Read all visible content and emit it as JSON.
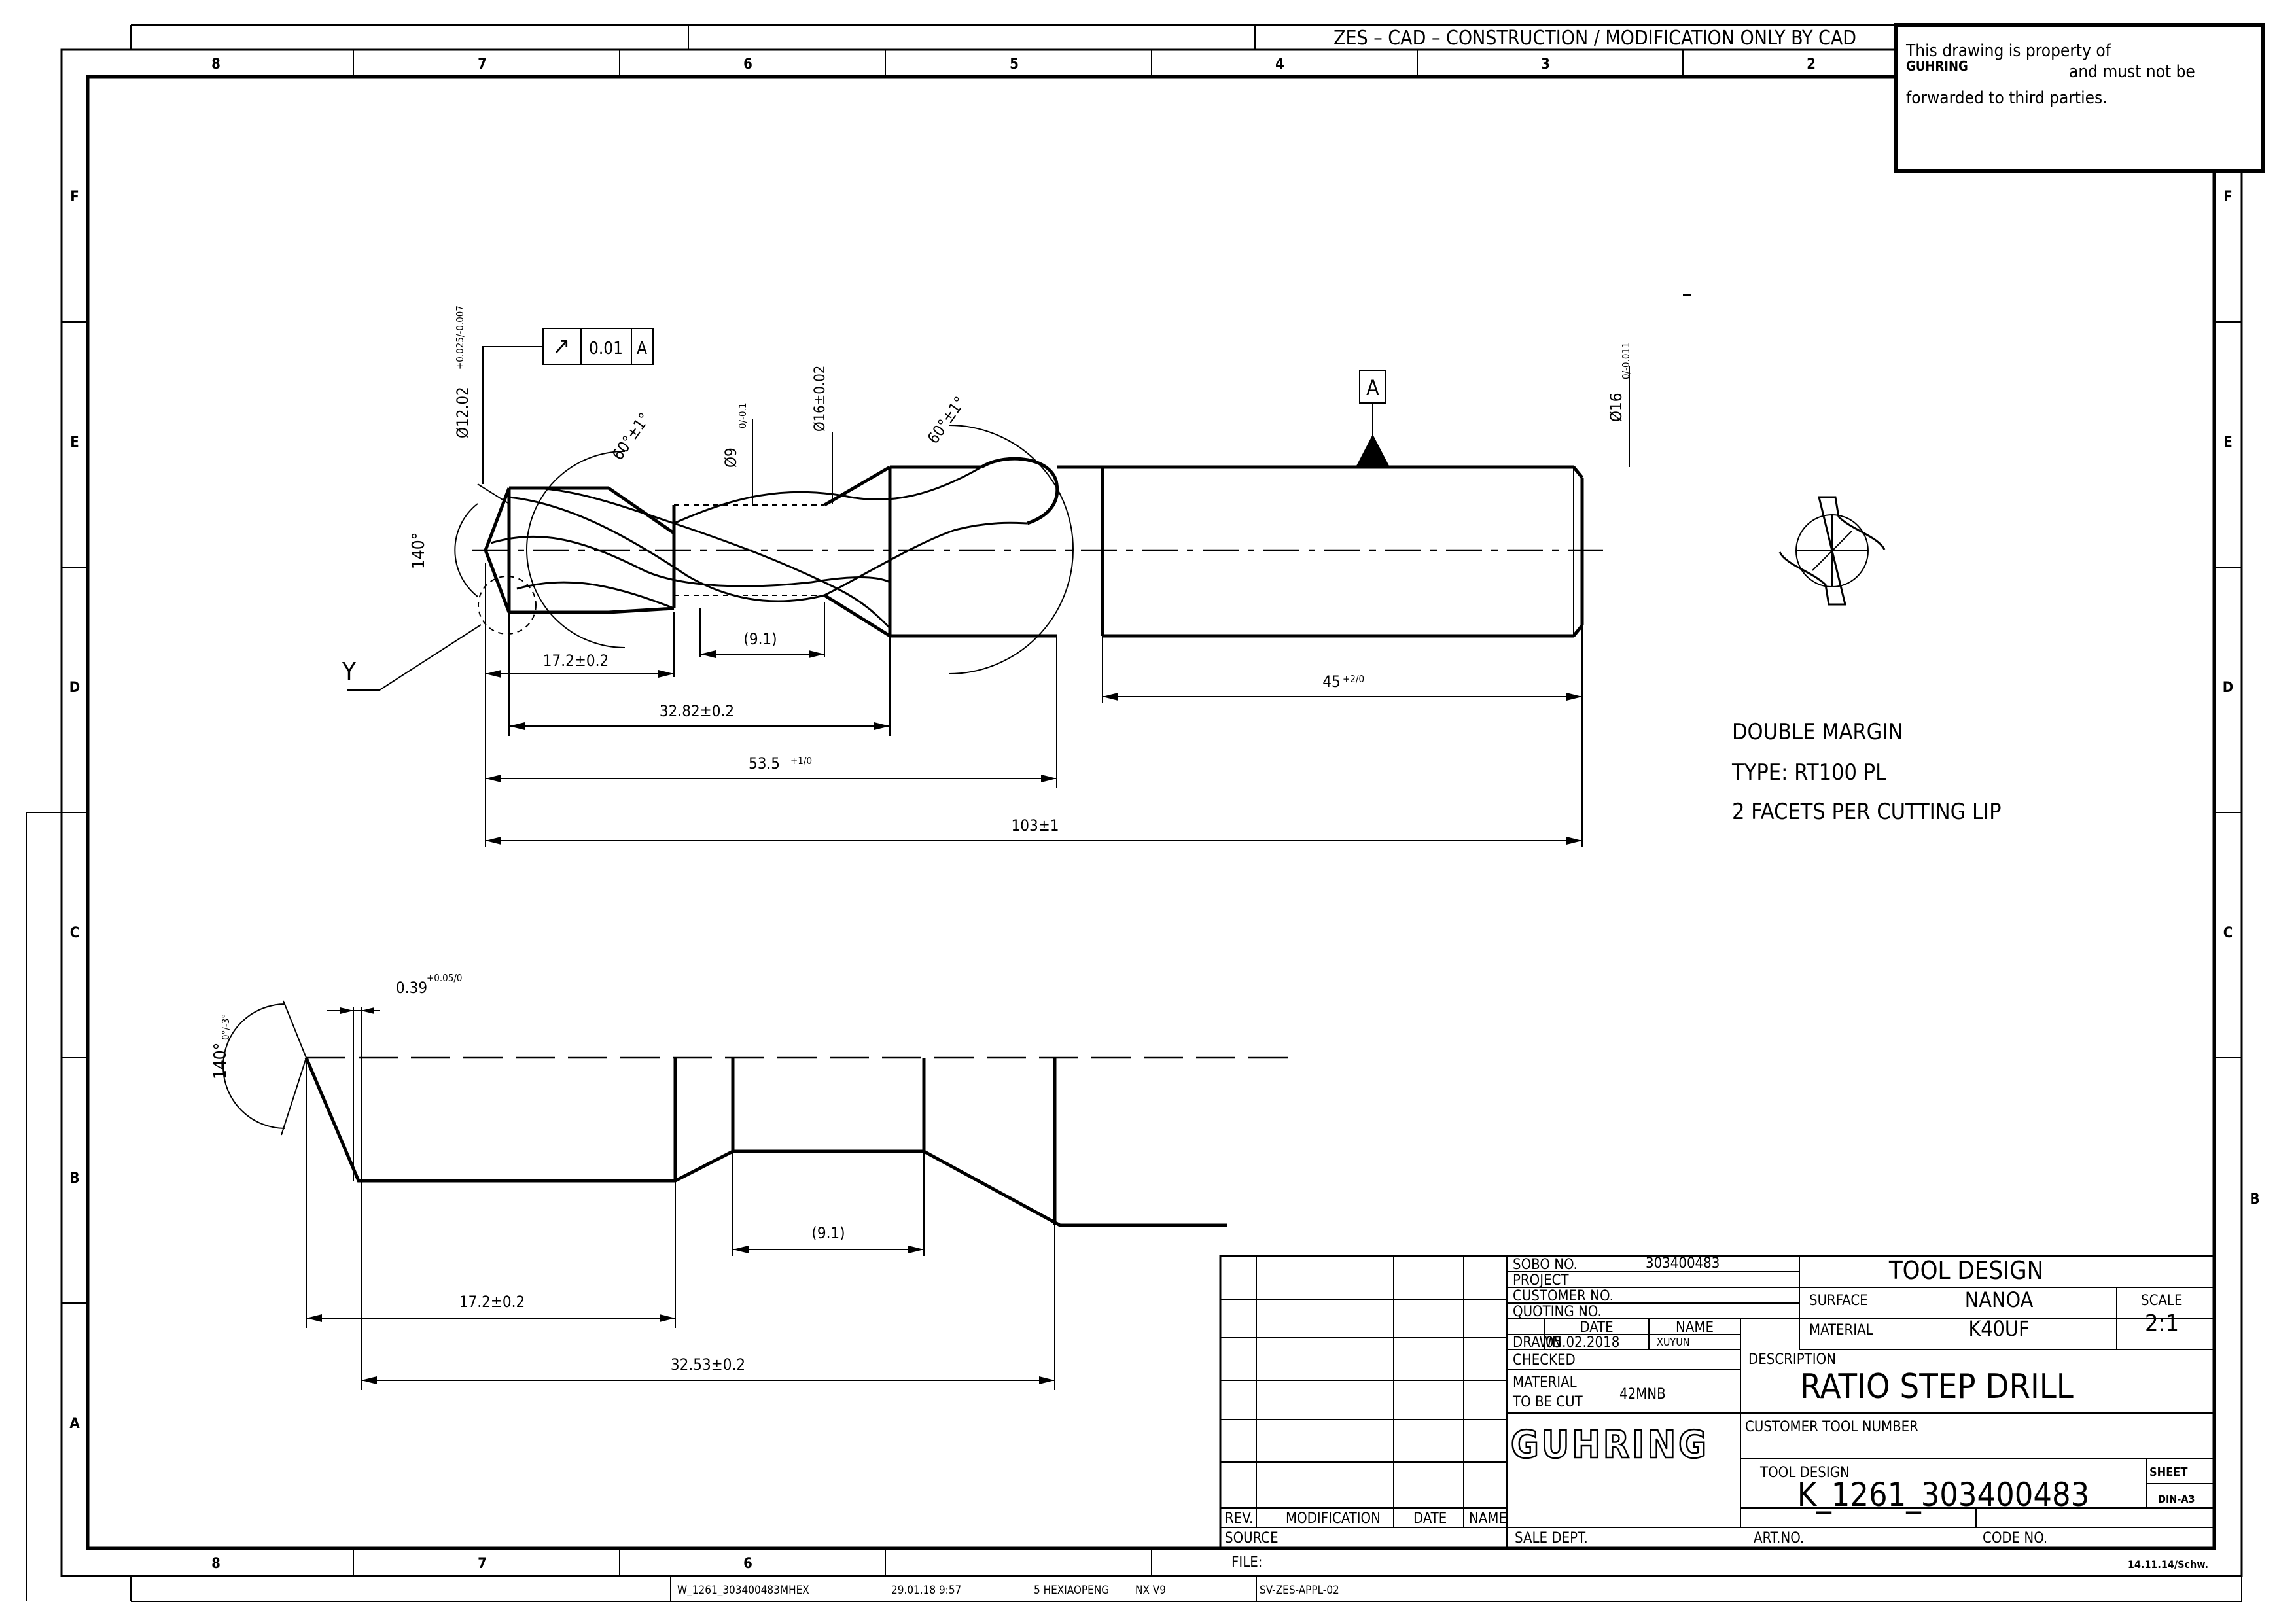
{
  "header": {
    "cad_note": "ZES – CAD – CONSTRUCTION / MODIFICATION ONLY BY CAD",
    "property_line1": "This drawing is property of",
    "property_company": "GUHRING",
    "property_line2": "and must not be",
    "property_line3": "forwarded to third parties."
  },
  "frame": {
    "cols_top": [
      "8",
      "7",
      "6",
      "5",
      "4",
      "3",
      "2"
    ],
    "cols_bottom": [
      "8",
      "7",
      "6"
    ],
    "rows": [
      "F",
      "E",
      "D",
      "C",
      "B",
      "A"
    ],
    "right_extra_row": "B"
  },
  "view1": {
    "tolerance_frame": {
      "symbol": "↗",
      "value": "0.01",
      "datum": "A"
    },
    "datum_label": "A",
    "dim_d12": "Ø12.02",
    "dim_d12_tol": "+0.025/-0.007",
    "angle_60_left": "60°±1°",
    "dim_d9": "Ø9",
    "dim_d9_tol": "0/-0.1",
    "dim_d16_step": "Ø16±0.02",
    "angle_60_right": "60°±1°",
    "dim_d16_shank": "Ø16",
    "dim_d16_shank_tol": "0/-0.011",
    "angle_140": "140°",
    "label_y": "Y",
    "dim_17_2": "17.2±0.2",
    "dim_9_1": "(9.1)",
    "dim_32_82": "32.82±0.2",
    "dim_53_5": "53.5",
    "dim_53_5_tol": "+1/0",
    "dim_45": "45",
    "dim_45_tol": "+2/0",
    "dim_103": "103±1"
  },
  "notes": [
    "DOUBLE MARGIN",
    "TYPE:  RT100 PL",
    "2 FACETS PER CUTTING LIP"
  ],
  "view2": {
    "angle_140": "140°",
    "angle_140_tol": "0°/-3°",
    "dim_039": "0.39",
    "dim_039_tol": "+0.05/0",
    "dim_9_1": "(9.1)",
    "dim_17_2": "17.2±0.2",
    "dim_32_53": "32.53±0.2"
  },
  "title_block": {
    "sobo_label": "SOBO NO.",
    "sobo_value": "303400483",
    "project_label": "PROJECT",
    "customer_no_label": "CUSTOMER NO.",
    "quoting_no_label": "QUOTING NO.",
    "date_header": "DATE",
    "name_header": "NAME",
    "drawn_label": "DRAWN",
    "drawn_date": "05.02.2018",
    "drawn_name": "XUYUN",
    "checked_label": "CHECKED",
    "material_cut_label1": "MATERIAL",
    "material_cut_label2": "TO BE CUT",
    "material_cut_value": "42MNB",
    "logo": "GUHRING",
    "tool_design_title": "TOOL DESIGN",
    "surface_label": "SURFACE",
    "surface_value": "NANOA",
    "material_label": "MATERIAL",
    "material_value": "K40UF",
    "scale_label": "SCALE",
    "scale_value": "2:1",
    "description_label": "DESCRIPTION",
    "description_value": "RATIO STEP DRILL",
    "customer_tool_number_label": "CUSTOMER TOOL NUMBER",
    "tool_design_label": "TOOL DESIGN",
    "tool_design_value": "K_1261_303400483",
    "sheet_label": "SHEET",
    "format_value": "DIN-A3",
    "rev_label": "REV.",
    "modification_label": "MODIFICATION",
    "rev_date_label": "DATE",
    "rev_name_label": "NAME",
    "source_label": "SOURCE",
    "sale_dept_label": "SALE DEPT.",
    "art_no_label": "ART.NO.",
    "code_no_label": "CODE NO.",
    "file_label": "FILE:",
    "stamp": "14.11.14/Schw."
  },
  "footer": {
    "file_name": "W_1261_303400483MHEX",
    "date_time": "29.01.18  9:57",
    "user": "5 HEXIAOPENG",
    "software": "NX V9",
    "template": "SV-ZES-APPL-02"
  }
}
